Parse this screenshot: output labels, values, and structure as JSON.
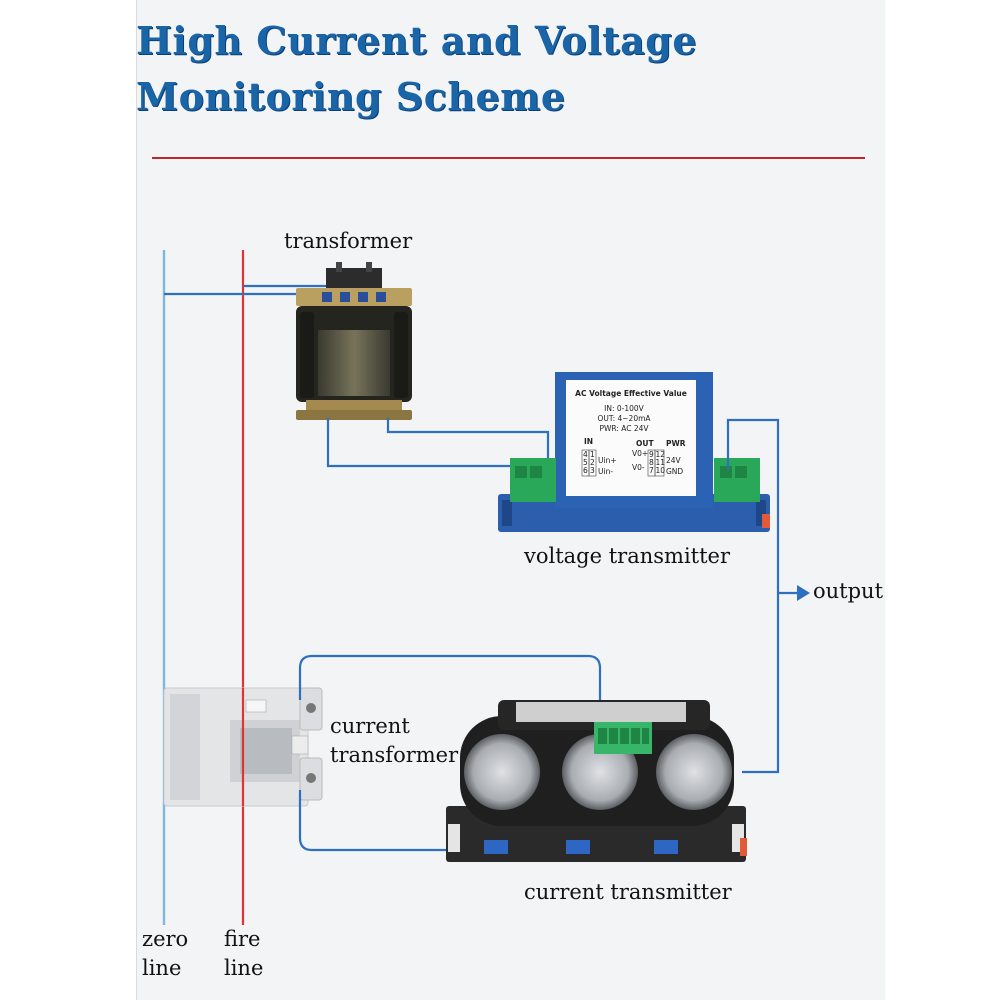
{
  "title": {
    "line1": "High Current and Voltage",
    "line2": "Monitoring Scheme"
  },
  "labels": {
    "transformer": "transformer",
    "voltage_transmitter": "voltage transmitter",
    "output": "output",
    "current_transformer_line1": "current",
    "current_transformer_line2": "transformer",
    "current_transmitter": "current transmitter",
    "zero_line_1": "zero",
    "zero_line_2": "line",
    "fire_line_1": "fire",
    "fire_line_2": "line"
  },
  "voltage_transmitter_plate": {
    "heading": "AC Voltage Effective Value",
    "in_spec": "IN: 0-100V",
    "out_spec": "OUT: 4~20mA",
    "pwr_spec": "PWR: AC 24V",
    "in_label": "IN",
    "out_label": "OUT",
    "pwr_label": "PWR",
    "uin_plus": "Uin+",
    "uin_minus": "Uin-",
    "v0_plus": "V0+",
    "v0_minus": "V0-",
    "v24": "24V",
    "gnd": "GND",
    "terminals_left": [
      "4",
      "5",
      "6"
    ],
    "terminals_left_inner": [
      "1",
      "2",
      "3"
    ],
    "terminals_right": [
      "9",
      "8",
      "7"
    ],
    "terminals_right_inner": [
      "12",
      "11",
      "10"
    ]
  },
  "colors": {
    "title": "#1a64a8",
    "divider": "#c0272d",
    "wire": "#2f6fbf",
    "fire_line": "#e03434",
    "zero_line": "#7fb8dd",
    "transmitter_blue": "#2b5fae"
  }
}
